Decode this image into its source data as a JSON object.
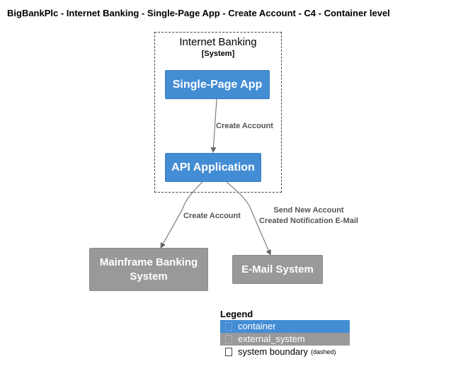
{
  "title": "BigBankPlc - Internet Banking - Single-Page App - Create Account - C4 - Container level",
  "boundary": {
    "name": "Internet Banking",
    "type": "[System]"
  },
  "nodes": {
    "spa": {
      "label": "Single-Page App",
      "kind": "container"
    },
    "api": {
      "label": "API Application",
      "kind": "container"
    },
    "mainframe": {
      "label_line1": "Mainframe Banking",
      "label_line2": "System",
      "kind": "external_system"
    },
    "email": {
      "label": "E-Mail System",
      "kind": "external_system"
    }
  },
  "edges": {
    "spa_to_api": {
      "label": "Create Account"
    },
    "api_to_mainframe": {
      "label": "Create Account"
    },
    "api_to_email": {
      "label_line1": "Send New Account",
      "label_line2": "Created Notification E-Mail"
    }
  },
  "legend": {
    "title": "Legend",
    "items": [
      {
        "label": "container",
        "color": "#438dd5"
      },
      {
        "label": "external_system",
        "color": "#999999"
      },
      {
        "label": "system boundary",
        "note": "(dashed)"
      }
    ]
  },
  "colors": {
    "container": "#438dd5",
    "external_system": "#999999",
    "arrow": "#666666"
  }
}
